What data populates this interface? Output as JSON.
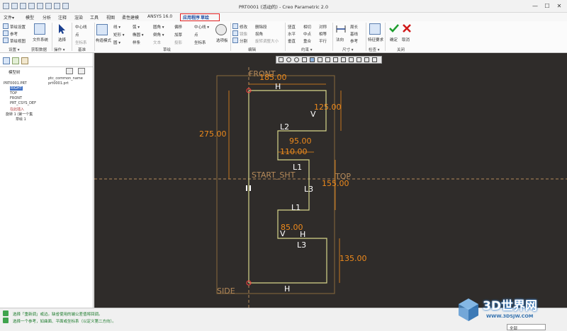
{
  "window": {
    "title": "PRT0001 (活动的) - Creo Parametric 2.0",
    "minimize_glyph": "—",
    "maximize_glyph": "☐",
    "close_glyph": "✕"
  },
  "menubar": {
    "items": [
      "文件▾",
      "模型",
      "分析",
      "注释",
      "渲染",
      "工具",
      "视图",
      "柔性建模",
      "ANSYS 16.0",
      "应用程序",
      "草绘"
    ]
  },
  "ribbon": {
    "setup": {
      "sketch_setup": "草绘设置",
      "references": "参考",
      "sketch_view": "草绘视图",
      "file_system": "文件系统",
      "group": "设置 ▾",
      "get_data_group": "获取数据"
    },
    "operations": {
      "select": "选择",
      "group": "操作 ▾"
    },
    "datum": {
      "centerline": "中心线",
      "point": "点",
      "coord": "坐标系",
      "group": "基准"
    },
    "sketching": {
      "construction_mode": "构造模式",
      "line": "线 ▾",
      "arc": "弧 ▾",
      "rectangle": "矩形 ▾",
      "circle": "圆 ▾",
      "ellipse": "椭圆 ▾",
      "spline": "样条",
      "fillet": "圆角 ▾",
      "chamfer": "倒角 ▾",
      "text": "文本",
      "offset": "偏移",
      "thicken": "加厚",
      "project": "投影",
      "centerline": "中心线 ▾",
      "point": "点",
      "coord": "坐标系",
      "palette": "选项板",
      "group": "草绘"
    },
    "editing": {
      "modify": "修改",
      "mirror": "镜像",
      "divide": "分割",
      "delete_segment": "删除段",
      "corner": "拐角",
      "rotate_resize": "旋转调整大小",
      "group": "编辑"
    },
    "constrain": {
      "vertical": "竖直",
      "horizontal": "水平",
      "perpendicular": "垂直",
      "tangent": "相切",
      "midpoint": "中点",
      "coincident": "重合",
      "symmetric": "对称",
      "equal": "相等",
      "parallel": "平行",
      "group": "约束 ▾"
    },
    "dimension": {
      "normal": "法向",
      "perimeter": "周长",
      "baseline": "基线",
      "reference": "参考",
      "group": "尺寸 ▾"
    },
    "inspect": {
      "feature_requirements": "特征要求",
      "group": "检查 ▾"
    },
    "close": {
      "ok": "确定",
      "cancel": "取消",
      "group": "关闭"
    }
  },
  "left_panel": {
    "model_tree_label": "模型树",
    "column_header": "ptc_common_name",
    "items": [
      "PRT0001.PRT",
      "RIGHT",
      "TOP",
      "FRONT",
      "PRT_CSYS_DEF",
      "在此插入",
      "旋转 1 (第一个集",
      "草绘 1"
    ],
    "row_value": "prt0001.prt"
  },
  "canvas": {
    "labels": {
      "front": "FRONT",
      "top": "TOP",
      "side": "SIDE",
      "start": "START_SHT"
    },
    "dimensions": [
      "185.00",
      "125.00",
      "275.00",
      "95.00",
      "110.00",
      "155.00",
      "85.00",
      "135.00"
    ],
    "constraints": [
      "H",
      "V",
      "L2",
      "L1",
      "L3",
      "H",
      "V",
      "H",
      "L1",
      "L3"
    ]
  },
  "status": {
    "line1": "选择「重新调」或边。缺省使用的端公差值将回调。",
    "line2": "选择一个参考，如曲面、平面或坐标系（以定义第二方向）。",
    "filter": "全部"
  },
  "watermark": {
    "brand": "3D世界网",
    "url": "WWW.3DSJW.COM"
  },
  "colors": {
    "canvas_bg": "#2f2c2a",
    "dimension": "#ee8a1c",
    "sketch_line": "#d6d68a",
    "reference": "#b58a5a",
    "highlight_box": "#e02020"
  }
}
